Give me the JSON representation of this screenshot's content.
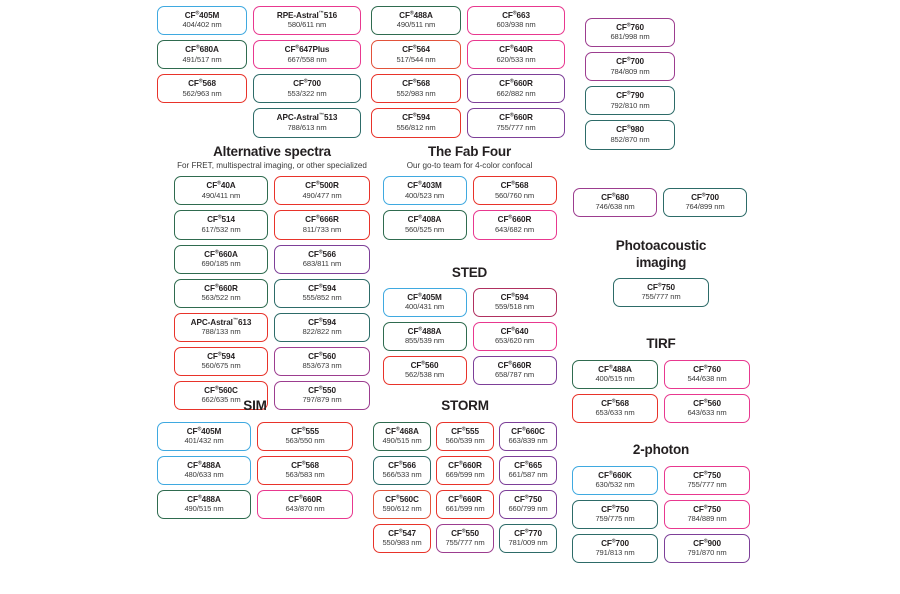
{
  "page": {
    "background": "#ffffff",
    "text_color": "#231f20"
  },
  "colors": {
    "blue": "#3fa9e0",
    "green": "#2f6b4f",
    "red": "#e8332a",
    "pink": "#e8388f",
    "magenta": "#d9318c",
    "purple": "#7d3f98",
    "teal": "#2d6b68",
    "orange_red": "#e2523a"
  },
  "groups": {
    "top_left": {
      "title": "",
      "subtitle": "",
      "columns": [
        {
          "chips": [
            {
              "name": "CF",
              "reg": "®",
              "suffix": "405M",
              "spec": "404/402 nm",
              "color": "#3fa9e0"
            },
            {
              "name": "CF",
              "reg": "®",
              "suffix": "680A",
              "spec": "491/517 nm",
              "color": "#2f6b4f"
            },
            {
              "name": "CF",
              "reg": "®",
              "suffix": "568",
              "spec": "562/963 nm",
              "color": "#e8332a"
            }
          ]
        },
        {
          "chips": [
            {
              "name": "RPE-Astral",
              "reg": "™",
              "suffix": "516",
              "spec": "580/611 nm",
              "color": "#e8388f"
            },
            {
              "name": "CF",
              "reg": "®",
              "suffix": "647Plus",
              "spec": "667/558 nm",
              "color": "#e8388f"
            },
            {
              "name": "CF",
              "reg": "®",
              "suffix": "700",
              "spec": "553/322 nm",
              "color": "#2d6b68"
            },
            {
              "name": "APC-Astral",
              "reg": "™",
              "suffix": "513",
              "spec": "788/613 nm",
              "color": "#2d6b68"
            }
          ]
        }
      ]
    },
    "top_mid": {
      "columns": [
        {
          "chips": [
            {
              "name": "CF",
              "reg": "®",
              "suffix": "488A",
              "spec": "490/511 nm",
              "color": "#2f6b4f"
            },
            {
              "name": "CF",
              "reg": "®",
              "suffix": "564",
              "spec": "517/544 nm",
              "color": "#e2523a"
            },
            {
              "name": "CF",
              "reg": "®",
              "suffix": "568",
              "spec": "552/983 nm",
              "color": "#e8332a"
            },
            {
              "name": "CF",
              "reg": "®",
              "suffix": "594",
              "spec": "556/812 nm",
              "color": "#e8332a"
            }
          ]
        },
        {
          "chips": [
            {
              "name": "CF",
              "reg": "®",
              "suffix": "663",
              "spec": "603/938 nm",
              "color": "#e8388f"
            },
            {
              "name": "CF",
              "reg": "®",
              "suffix": "640R",
              "spec": "620/533 nm",
              "color": "#e8388f"
            },
            {
              "name": "CF",
              "reg": "®",
              "suffix": "660R",
              "spec": "662/882 nm",
              "color": "#7d3f98"
            },
            {
              "name": "CF",
              "reg": "®",
              "suffix": "660R",
              "spec": "755/777 nm",
              "color": "#7d3f98"
            }
          ]
        }
      ]
    },
    "top_right": {
      "columns": [
        {
          "chips": [
            {
              "name": "CF",
              "reg": "®",
              "suffix": "760",
              "spec": "681/998 nm",
              "color": "#9c3d8f"
            },
            {
              "name": "CF",
              "reg": "®",
              "suffix": "700",
              "spec": "784/809 nm",
              "color": "#9c3d8f"
            },
            {
              "name": "CF",
              "reg": "®",
              "suffix": "790",
              "spec": "792/810 nm",
              "color": "#2d6b68"
            },
            {
              "name": "CF",
              "reg": "®",
              "suffix": "980",
              "spec": "852/870 nm",
              "color": "#2d6b68"
            }
          ]
        }
      ]
    },
    "alternative_spectra": {
      "title": "Alternative spectra",
      "subtitle": "For FRET, multispectral imaging, or other specialized",
      "columns": [
        {
          "chips": [
            {
              "name": "CF",
              "reg": "®",
              "suffix": "40A",
              "spec": "490/411 nm",
              "color": "#2f6b4f"
            },
            {
              "name": "CF",
              "reg": "®",
              "suffix": "514",
              "spec": "617/532 nm",
              "color": "#2f6b4f"
            },
            {
              "name": "CF",
              "reg": "®",
              "suffix": "660A",
              "spec": "690/185 nm",
              "color": "#2f6b4f"
            },
            {
              "name": "CF",
              "reg": "®",
              "suffix": "660R",
              "spec": "563/522 nm",
              "color": "#2f6b4f"
            },
            {
              "name": "APC-Astral",
              "reg": "™",
              "suffix": "613",
              "spec": "788/133 nm",
              "color": "#e8332a"
            },
            {
              "name": "CF",
              "reg": "®",
              "suffix": "594",
              "spec": "560/675 nm",
              "color": "#e8332a"
            },
            {
              "name": "CF",
              "reg": "®",
              "suffix": "560C",
              "spec": "662/635 nm",
              "color": "#e8332a"
            }
          ]
        },
        {
          "chips": [
            {
              "name": "CF",
              "reg": "®",
              "suffix": "500R",
              "spec": "490/477 nm",
              "color": "#e8332a"
            },
            {
              "name": "CF",
              "reg": "®",
              "suffix": "666R",
              "spec": "811/733 nm",
              "color": "#e8332a"
            },
            {
              "name": "CF",
              "reg": "®",
              "suffix": "566",
              "spec": "683/811 nm",
              "color": "#7d3f98"
            },
            {
              "name": "CF",
              "reg": "®",
              "suffix": "594",
              "spec": "555/852 nm",
              "color": "#2d6b68"
            },
            {
              "name": "CF",
              "reg": "®",
              "suffix": "594",
              "spec": "822/822 nm",
              "color": "#2d6b68"
            },
            {
              "name": "CF",
              "reg": "®",
              "suffix": "560",
              "spec": "853/673 nm",
              "color": "#9c3d8f"
            },
            {
              "name": "CF",
              "reg": "®",
              "suffix": "550",
              "spec": "797/879 nm",
              "color": "#9c3d8f"
            }
          ]
        }
      ]
    },
    "fab_four": {
      "title": "The Fab Four",
      "subtitle": "Our go-to team for 4-color confocal",
      "columns": [
        {
          "chips": [
            {
              "name": "CF",
              "reg": "®",
              "suffix": "403M",
              "spec": "400/523 nm",
              "color": "#3fa9e0"
            },
            {
              "name": "CF",
              "reg": "®",
              "suffix": "408A",
              "spec": "560/525 nm",
              "color": "#2f6b4f"
            }
          ]
        },
        {
          "chips": [
            {
              "name": "CF",
              "reg": "®",
              "suffix": "568",
              "spec": "560/760 nm",
              "color": "#e8332a"
            },
            {
              "name": "CF",
              "reg": "®",
              "suffix": "660R",
              "spec": "643/682 nm",
              "color": "#e8388f"
            }
          ]
        }
      ]
    },
    "sted": {
      "title": "STED",
      "subtitle": "",
      "columns": [
        {
          "chips": [
            {
              "name": "CF",
              "reg": "®",
              "suffix": "405M",
              "spec": "400/431 nm",
              "color": "#3fa9e0"
            },
            {
              "name": "CF",
              "reg": "®",
              "suffix": "488A",
              "spec": "855/539 nm",
              "color": "#2f6b4f"
            },
            {
              "name": "CF",
              "reg": "®",
              "suffix": "560",
              "spec": "562/538 nm",
              "color": "#e8332a"
            }
          ]
        },
        {
          "chips": [
            {
              "name": "CF",
              "reg": "®",
              "suffix": "594",
              "spec": "559/518 nm",
              "color": "#b03060"
            },
            {
              "name": "CF",
              "reg": "®",
              "suffix": "640",
              "spec": "653/620 nm",
              "color": "#e8388f"
            },
            {
              "name": "CF",
              "reg": "®",
              "suffix": "660R",
              "spec": "658/787 nm",
              "color": "#7d3f98"
            }
          ]
        }
      ]
    },
    "photoacoustic_top": {
      "columns": [
        {
          "chips": [
            {
              "name": "CF",
              "reg": "®",
              "suffix": "680",
              "spec": "746/638 nm",
              "color": "#9c3d8f"
            }
          ]
        },
        {
          "chips": [
            {
              "name": "CF",
              "reg": "®",
              "suffix": "700",
              "spec": "764/899 nm",
              "color": "#2d6b68"
            }
          ]
        }
      ]
    },
    "photoacoustic": {
      "title": "Photoacoustic imaging",
      "title_line1": "Photoacoustic",
      "title_line2": "imaging",
      "columns": [
        {
          "chips": [
            {
              "name": "CF",
              "reg": "®",
              "suffix": "750",
              "spec": "755/777 nm",
              "color": "#2d6b68"
            }
          ]
        }
      ]
    },
    "tirf": {
      "title": "TIRF",
      "columns": [
        {
          "chips": [
            {
              "name": "CF",
              "reg": "®",
              "suffix": "488A",
              "spec": "400/515 nm",
              "color": "#2f6b4f"
            },
            {
              "name": "CF",
              "reg": "®",
              "suffix": "568",
              "spec": "653/633 nm",
              "color": "#e8332a"
            }
          ]
        },
        {
          "chips": [
            {
              "name": "CF",
              "reg": "®",
              "suffix": "760",
              "spec": "544/638 nm",
              "color": "#e8388f"
            },
            {
              "name": "CF",
              "reg": "®",
              "suffix": "560",
              "spec": "643/633 nm",
              "color": "#e8388f"
            }
          ]
        }
      ]
    },
    "two_photon": {
      "title": "2-photon",
      "columns": [
        {
          "chips": [
            {
              "name": "CF",
              "reg": "®",
              "suffix": "660K",
              "spec": "630/532 nm",
              "color": "#3fa9e0"
            },
            {
              "name": "CF",
              "reg": "®",
              "suffix": "750",
              "spec": "759/775 nm",
              "color": "#2d6b68"
            },
            {
              "name": "CF",
              "reg": "®",
              "suffix": "700",
              "spec": "791/813 nm",
              "color": "#2d6b68"
            }
          ]
        },
        {
          "chips": [
            {
              "name": "CF",
              "reg": "®",
              "suffix": "750",
              "spec": "755/777 nm",
              "color": "#e8388f"
            },
            {
              "name": "CF",
              "reg": "®",
              "suffix": "750",
              "spec": "784/889 nm",
              "color": "#e8388f"
            },
            {
              "name": "CF",
              "reg": "®",
              "suffix": "900",
              "spec": "791/870 nm",
              "color": "#7d3f98"
            }
          ]
        }
      ]
    },
    "sim": {
      "title": "SIM",
      "columns": [
        {
          "chips": [
            {
              "name": "CF",
              "reg": "®",
              "suffix": "405M",
              "spec": "401/432 nm",
              "color": "#3fa9e0"
            },
            {
              "name": "CF",
              "reg": "®",
              "suffix": "488A",
              "spec": "480/633 nm",
              "color": "#3fa9e0"
            },
            {
              "name": "CF",
              "reg": "®",
              "suffix": "488A",
              "spec": "490/515 nm",
              "color": "#2f6b4f"
            }
          ]
        },
        {
          "chips": [
            {
              "name": "CF",
              "reg": "®",
              "suffix": "555",
              "spec": "563/550 nm",
              "color": "#e8332a"
            },
            {
              "name": "CF",
              "reg": "®",
              "suffix": "568",
              "spec": "563/583 nm",
              "color": "#e8332a"
            },
            {
              "name": "CF",
              "reg": "®",
              "suffix": "660R",
              "spec": "643/870 nm",
              "color": "#e8388f"
            }
          ]
        }
      ]
    },
    "storm": {
      "title": "STORM",
      "columns": [
        {
          "chips": [
            {
              "name": "CF",
              "reg": "®",
              "suffix": "468A",
              "spec": "490/515 nm",
              "color": "#2f6b4f"
            },
            {
              "name": "CF",
              "reg": "®",
              "suffix": "566",
              "spec": "566/533 nm",
              "color": "#2d6b68"
            },
            {
              "name": "CF",
              "reg": "®",
              "suffix": "560C",
              "spec": "590/612 nm",
              "color": "#e2523a"
            },
            {
              "name": "CF",
              "reg": "®",
              "suffix": "547",
              "spec": "550/983 nm",
              "color": "#e8332a"
            }
          ]
        },
        {
          "chips": [
            {
              "name": "CF",
              "reg": "®",
              "suffix": "555",
              "spec": "560/539 nm",
              "color": "#e8332a"
            },
            {
              "name": "CF",
              "reg": "®",
              "suffix": "660R",
              "spec": "669/599 nm",
              "color": "#e8332a"
            },
            {
              "name": "CF",
              "reg": "®",
              "suffix": "660R",
              "spec": "661/599 nm",
              "color": "#e8332a"
            },
            {
              "name": "CF",
              "reg": "®",
              "suffix": "550",
              "spec": "755/777 nm",
              "color": "#9c3d8f"
            }
          ]
        },
        {
          "chips": [
            {
              "name": "CF",
              "reg": "®",
              "suffix": "660C",
              "spec": "663/839 nm",
              "color": "#7d3f98"
            },
            {
              "name": "CF",
              "reg": "®",
              "suffix": "665",
              "spec": "661/587 nm",
              "color": "#7d3f98"
            },
            {
              "name": "CF",
              "reg": "®",
              "suffix": "750",
              "spec": "660/799 nm",
              "color": "#7d3f98"
            },
            {
              "name": "CF",
              "reg": "®",
              "suffix": "770",
              "spec": "781/009 nm",
              "color": "#2d6b68"
            }
          ]
        }
      ]
    }
  }
}
